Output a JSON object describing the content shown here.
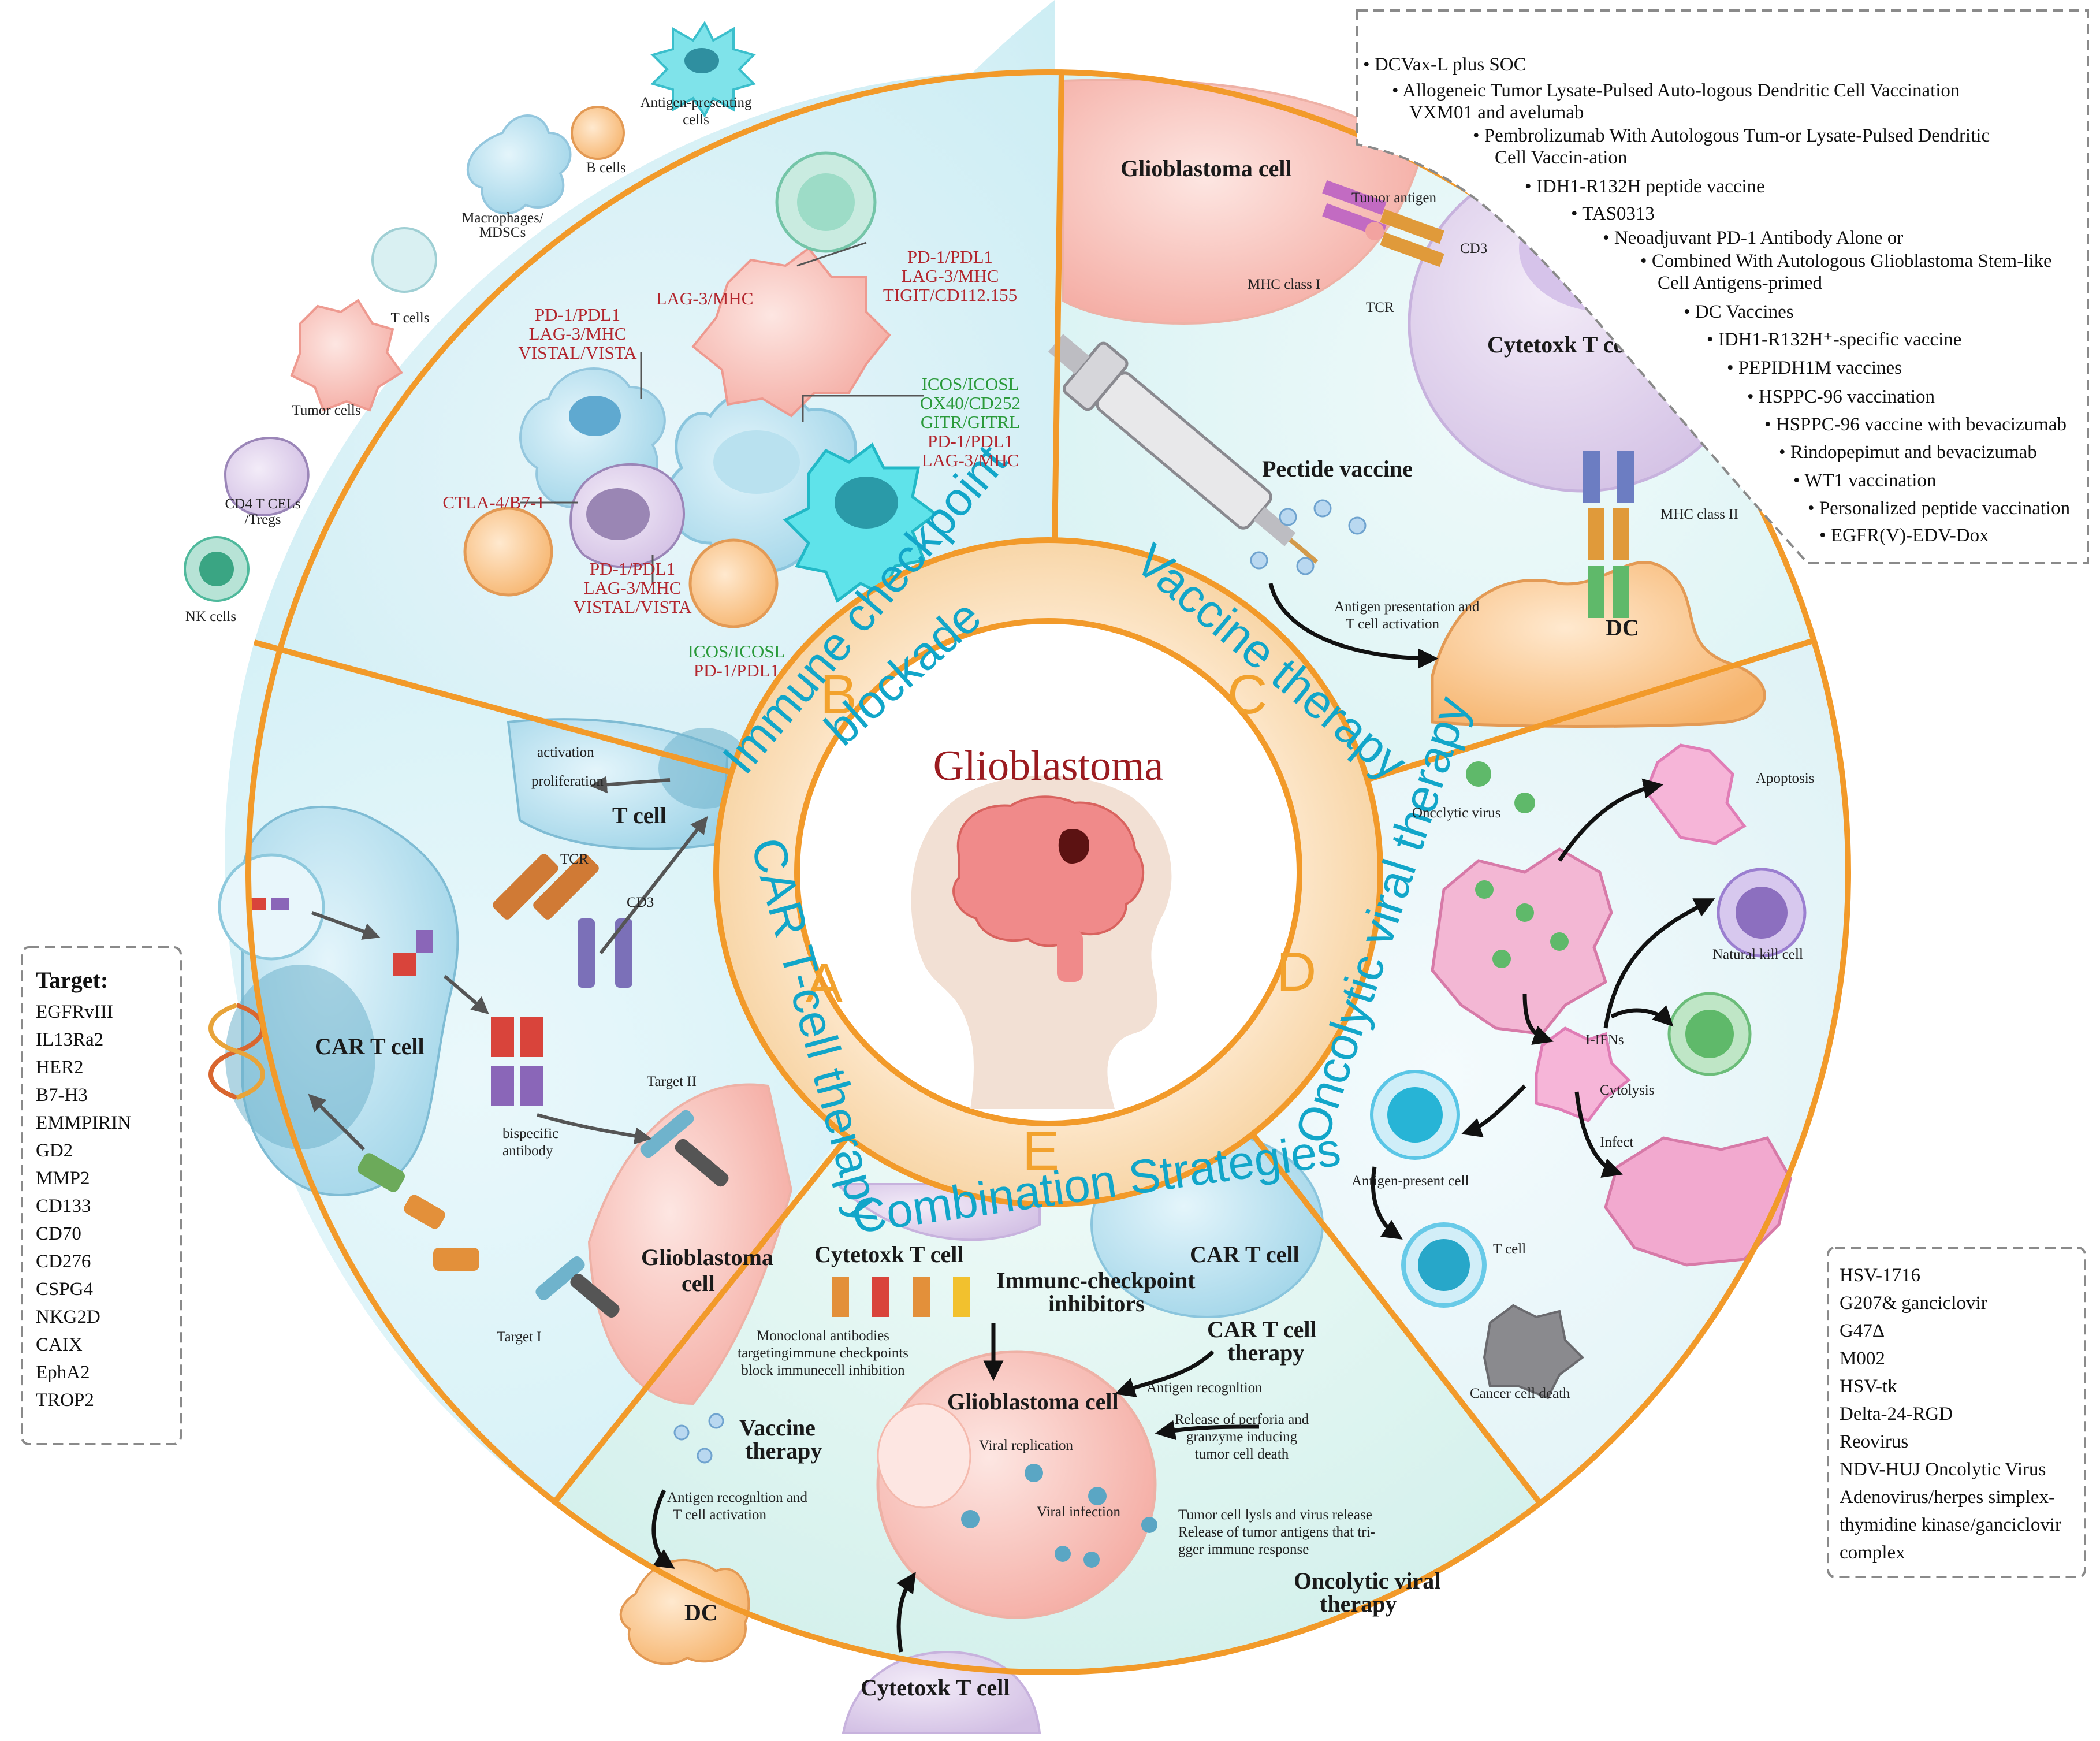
{
  "center": {
    "title": "Glioblastoma"
  },
  "section_letters": {
    "a": "A",
    "b": "B",
    "c": "C",
    "d": "D",
    "e": "E"
  },
  "section_titles": {
    "car_t": "CAR T-cell therapy",
    "checkpoint_line1": "Immune checkpoint",
    "checkpoint_line2": "blockade",
    "vaccine": "Vaccine therapy",
    "oncolytic": "Oncolytic viral therapy",
    "combination": "Combination Strategies"
  },
  "legend_cells": {
    "apc": [
      "Antigen-presenting",
      "cells"
    ],
    "b_cells": "B cells",
    "macrophages": [
      "Macrophages/",
      "MDSCs"
    ],
    "t_cells": "T cells",
    "tumor_cells": "Tumor cells",
    "cd4": [
      "CD4 T CELs",
      "/Tregs"
    ],
    "nk": "NK cells"
  },
  "checkpoint_labels": {
    "top_right": [
      "PD-1/PDL1",
      "LAG-3/MHC",
      "TIGIT/CD112.155"
    ],
    "lag3": "LAG-3/MHC",
    "top_left": [
      "PD-1/PDL1",
      "LAG-3/MHC",
      "VISTAL/VISTA"
    ],
    "green_right": [
      "ICOS/ICOSL",
      "OX40/CD252",
      "GITR/GITRL"
    ],
    "red_right": [
      "PD-1/PDL1",
      "LAG-3/MHC"
    ],
    "ctla4": "CTLA-4/B7-1",
    "bottom_center": [
      "PD-1/PDL1",
      "LAG-3/MHC",
      "VISTAL/VISTA"
    ],
    "bottom_green": "ICOS/ICOSL",
    "bottom_red": "PD-1/PDL1"
  },
  "vaccine_labels": {
    "glioblastoma_cell": "Glioblastoma cell",
    "tumor_antigen": "Tumor antigen",
    "cd3": "CD3",
    "mhc1": "MHC class I",
    "tcr": "TCR",
    "cytotoxic_t": "Cytetoxk T cell",
    "peptide_vaccine": "Pectide vaccine",
    "mhc2": "MHC class II",
    "antigen_presentation": [
      "Antigen presentation and",
      "T cell activation"
    ],
    "dc": "DC"
  },
  "vaccine_list": [
    "DCVax-L plus SOC",
    "Allogeneic Tumor Lysate-Pulsed Auto-logous Dendritic Cell Vaccination",
    "VXM01 and avelumab",
    "Pembrolizumab With Autologous Tum-or Lysate-Pulsed Dendritic",
    "Cell Vaccin-ation",
    "IDH1-R132H peptide vaccine",
    "TAS0313",
    "Neoadjuvant PD-1 Antibody Alone or",
    "Combined With Autologous Glioblastoma Stem-like",
    "Cell Antigens-primed",
    "DC Vaccines",
    "IDH1-R132H⁺-specific vaccine",
    "PEPIDH1M vaccines",
    "HSPPC-96 vaccination",
    "HSPPC-96 vaccine with bevacizumab",
    "Rindopepimut and bevacizumab",
    "WT1 vaccination",
    "Personalized peptide vaccination",
    "EGFR(V)-EDV-Dox"
  ],
  "car_labels": {
    "activation": "activation",
    "proliferation": "proliferation",
    "t_cell": "T cell",
    "tcr": "TCR",
    "cd3": "CD3",
    "car_t_cell": "CAR T cell",
    "bispecific": [
      "bispecific",
      "antibody"
    ],
    "target_ii": "Target II",
    "target_i": "Target I",
    "glioblastoma_cell": [
      "Glioblastoma",
      "cell"
    ]
  },
  "target_box": {
    "title": "Target:",
    "items": [
      "EGFRvIII",
      "IL13Ra2",
      "HER2",
      "B7-H3",
      "EMMPIRIN",
      "GD2",
      "MMP2",
      "CD133",
      "CD70",
      "CD276",
      "CSPG4",
      "NKG2D",
      "CAIX",
      "EphA2",
      "TROP2"
    ]
  },
  "oncolytic_labels": {
    "virus": "Oncclytic virus",
    "apoptosis": "Apoptosis",
    "nk": "Natural kill cell",
    "ifns": "I-IFNs",
    "cytolysis": "Cytolysis",
    "infect": "Infect",
    "apc": "Antigen-present cell",
    "t_cell": "T cell",
    "death": "Cancer cell death"
  },
  "virus_box": [
    "HSV-1716",
    "G207& ganciclovir",
    "G47Δ",
    "M002",
    "HSV-tk",
    "Delta-24-RGD",
    "Reovirus",
    "NDV-HUJ Oncolytic Virus",
    "Adenovirus/herpes simplex-",
    "thymidine kinase/ganciclovir",
    "complex"
  ],
  "combination_labels": {
    "cytotoxic_top": "Cytetoxk T cell",
    "checkpoint_inhib": [
      "Immunc-checkpoint",
      "inhibitors"
    ],
    "car_t": "CAR T cell",
    "car_therapy": [
      "CAR T cell",
      "therapy"
    ],
    "mab": [
      "Monoclonal antibodies",
      "targetingimmune checkpoints",
      "block immunecell inhibition"
    ],
    "antigen_recognition": "Antigen recognltion",
    "glioblastoma": "Glioblastoma cell",
    "perforin": [
      "Release of perforia and",
      "granzyme inducing",
      "tumor cell death"
    ],
    "viral_replication": "Viral replication",
    "viral_infection": "Viral infection",
    "lysis": [
      "Tumor cell lysls and virus release",
      "Release of tumor antigens that tri-",
      "gger immune response"
    ],
    "vaccine_therapy": [
      "Vaccine",
      "therapy"
    ],
    "antigen_activation": [
      "Antigen recognltion and",
      "T cell activation"
    ],
    "dc": "DC",
    "oncolytic_therapy": [
      "Oncolytic viral",
      "therapy"
    ],
    "cytotoxic_bottom": "Cytetoxk T cell"
  },
  "colors": {
    "orange": "#f29a2a",
    "ring_fill": "#fbe2c3",
    "teal_title": "#12a6c9",
    "red_text": "#b3262e",
    "green_text": "#2a9a3a",
    "title_red": "#9b1b20"
  }
}
